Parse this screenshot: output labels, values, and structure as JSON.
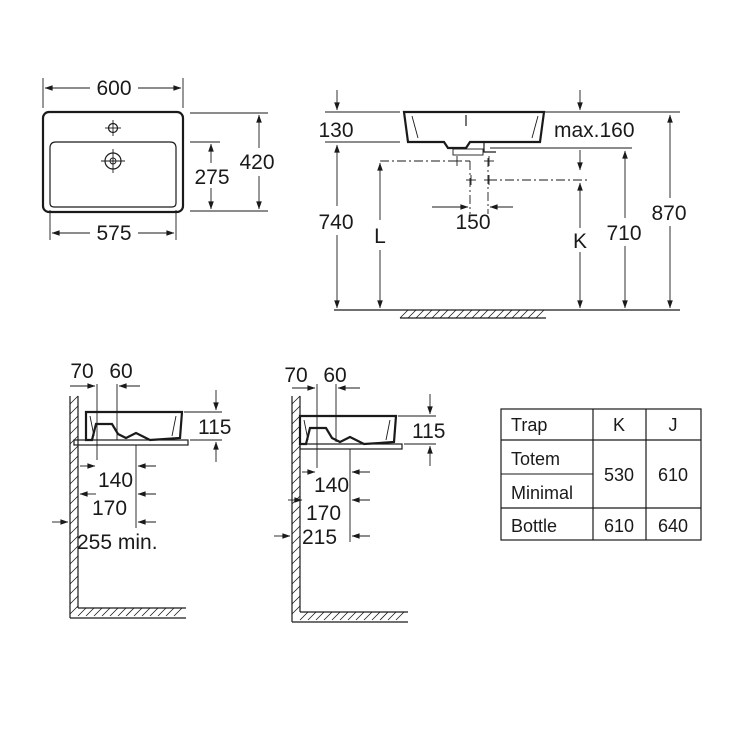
{
  "top_view": {
    "overall_width": "600",
    "inner_width": "575",
    "overall_depth": "420",
    "drain_offset": "275"
  },
  "front_view": {
    "basin_height": "130",
    "tap_height": "max.160",
    "rim_height": "740",
    "outlet_height": "710",
    "total_height": "870",
    "outlet_spacing": "150",
    "label_l": "L",
    "label_k": "K"
  },
  "side_view_left": {
    "dim_a": "70",
    "dim_b": "60",
    "height": "115",
    "dim_c": "140",
    "dim_d": "170",
    "dim_e": "255 min."
  },
  "side_view_right": {
    "dim_a": "70",
    "dim_b": "60",
    "height": "115",
    "dim_c": "140",
    "dim_d": "170",
    "dim_e": "215"
  },
  "trap_table": {
    "headers": [
      "Trap",
      "K",
      "J"
    ],
    "rows": [
      {
        "name": "Totem",
        "k": "530",
        "j": "610"
      },
      {
        "name": "Minimal",
        "k": "",
        "j": ""
      },
      {
        "name": "Bottle",
        "k": "610",
        "j": "640"
      }
    ]
  }
}
